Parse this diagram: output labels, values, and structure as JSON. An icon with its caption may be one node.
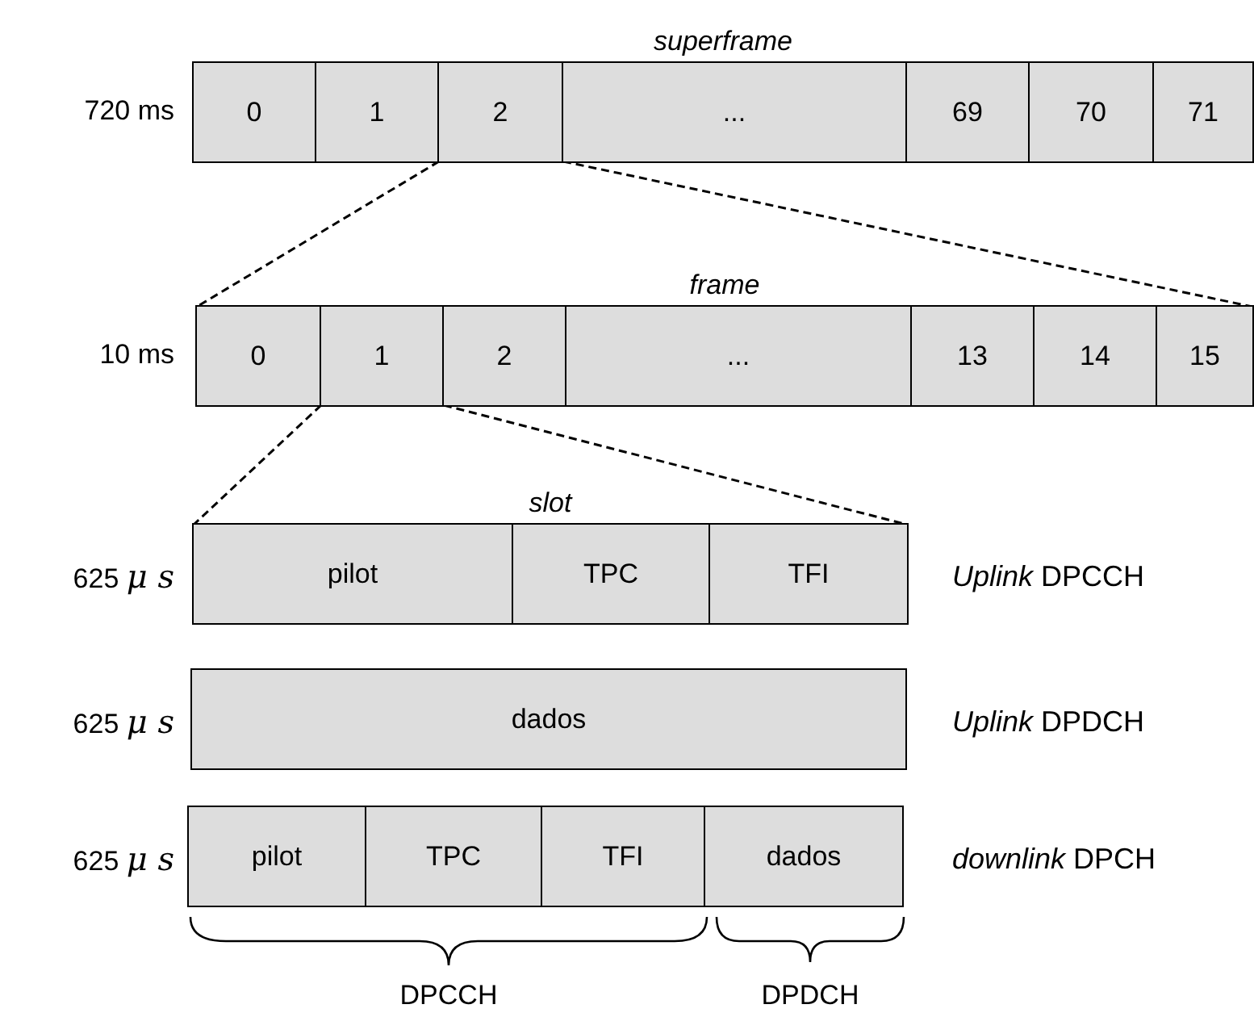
{
  "diagram": {
    "nodes": [
      {
        "text": [
          "superframe"
        ],
        "beside": [
          "720 ms"
        ]
      },
      {
        "text": [
          "0"
        ],
        "in": 0
      },
      {
        "text": [
          "1"
        ],
        "in": 0
      },
      {
        "text": [
          "2"
        ],
        "in": 0
      },
      {
        "text": [
          "..."
        ],
        "in": 0
      },
      {
        "text": [
          "69"
        ],
        "in": 0
      },
      {
        "text": [
          "70"
        ],
        "in": 0
      },
      {
        "text": [
          "71"
        ],
        "in": 0
      },
      {
        "text": [
          "frame"
        ],
        "beside": [
          "10 ms"
        ]
      },
      {
        "text": [
          "0"
        ],
        "in": 8
      },
      {
        "text": [
          "1"
        ],
        "in": 8
      },
      {
        "text": [
          "2"
        ],
        "in": 8
      },
      {
        "text": [
          "..."
        ],
        "in": 8
      },
      {
        "text": [
          "13"
        ],
        "in": 8
      },
      {
        "text": [
          "14"
        ],
        "in": 8
      },
      {
        "text": [
          "15"
        ],
        "in": 8
      },
      {
        "text": [
          "slot"
        ],
        "beside": [
          "625 *μ s*",
          "*Uplink* DPCCH"
        ]
      },
      {
        "text": [
          "pilot"
        ],
        "in": 16
      },
      {
        "text": [
          "TPC"
        ],
        "in": 16
      },
      {
        "text": [
          "TFI"
        ],
        "in": 16
      },
      {
        "text": [
          "dados"
        ],
        "beside": [
          "625 *μ s*",
          "*Uplink* DPDCH"
        ]
      },
      {
        "text": [],
        "shape": "bar",
        "beside": [
          "625 *μ s*",
          "*downlink* DPCH"
        ]
      },
      {
        "text": [
          "pilot"
        ],
        "in": 21
      },
      {
        "text": [
          "TPC"
        ],
        "in": 21
      },
      {
        "text": [
          "TFI"
        ],
        "in": 21
      },
      {
        "text": [
          "dados"
        ],
        "in": 21
      }
    ],
    "edges": [
      {
        "from": 3,
        "to": 8,
        "arrow": "none",
        "style": "dashed"
      },
      {
        "from": 3,
        "to": 8,
        "arrow": "none",
        "style": "dashed"
      },
      {
        "from": 10,
        "to": 16,
        "arrow": "none",
        "style": "dashed"
      },
      {
        "from": 10,
        "to": 16,
        "arrow": "none",
        "style": "dashed"
      }
    ],
    "labels": [
      "DPCCH",
      "DPDCH"
    ]
  }
}
